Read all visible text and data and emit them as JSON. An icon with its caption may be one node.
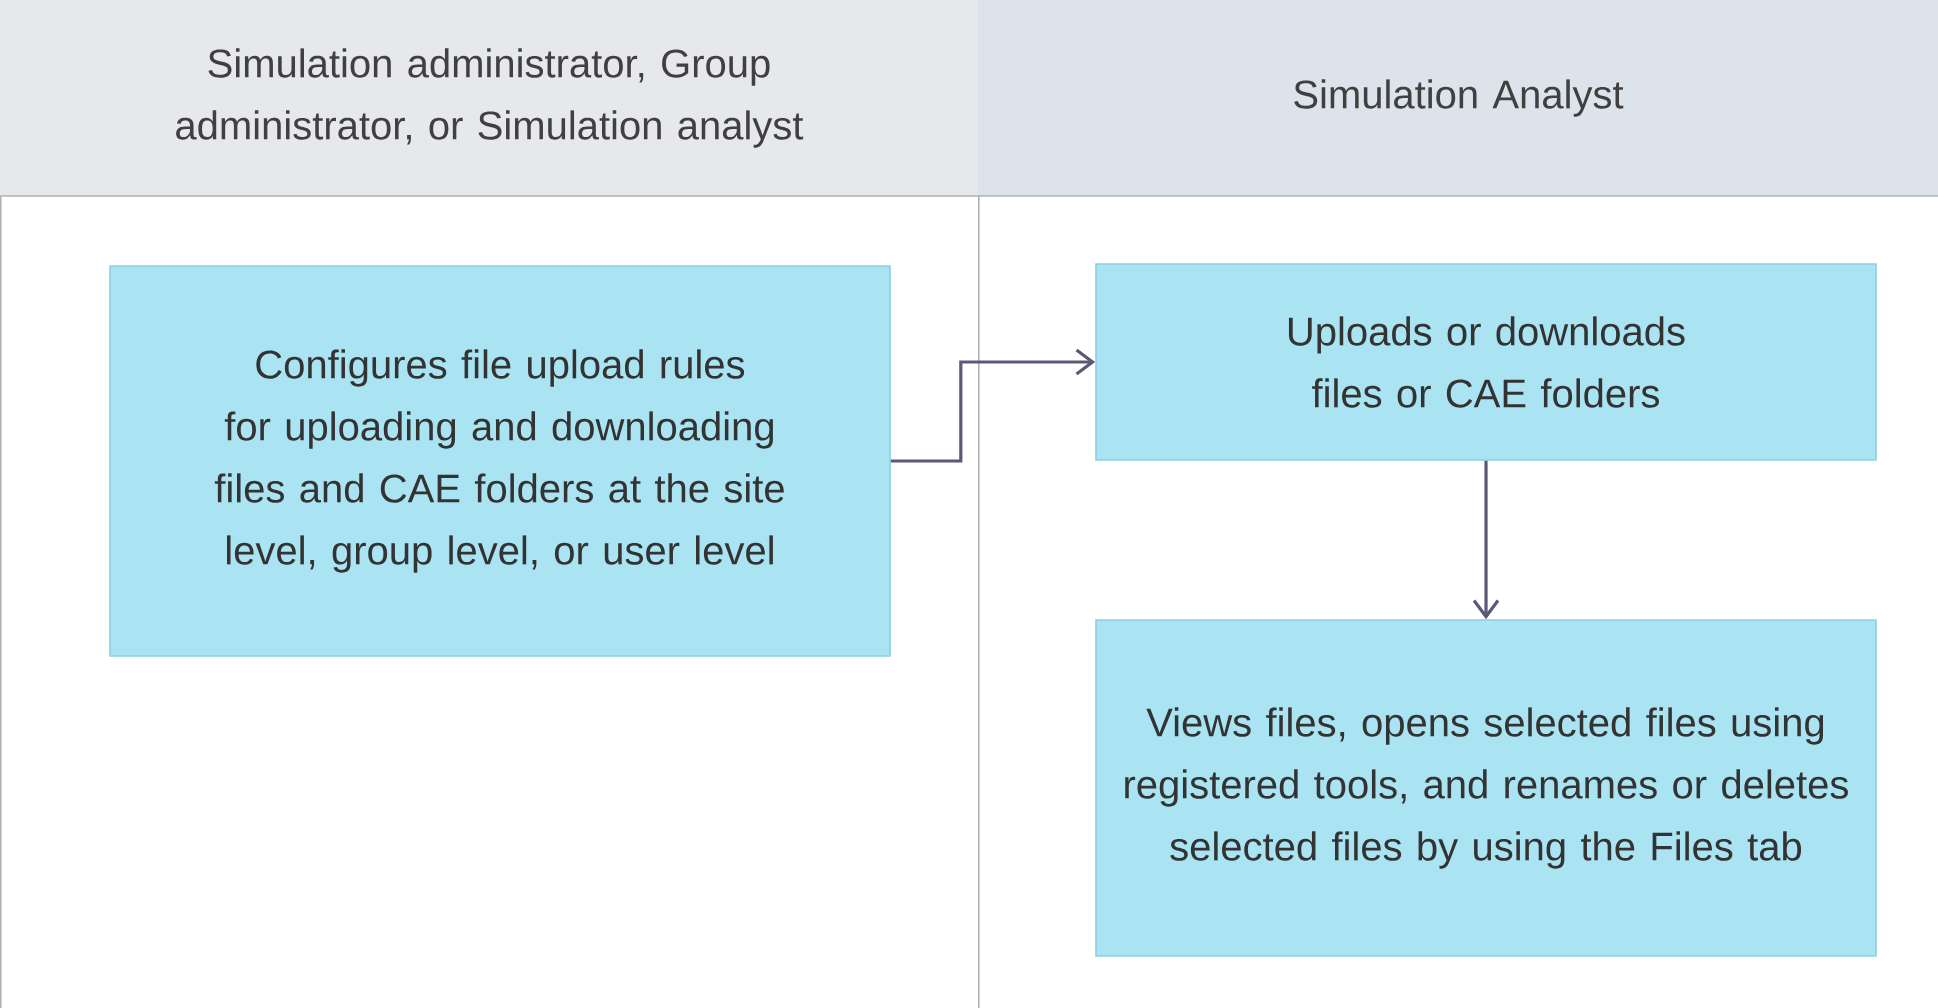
{
  "diagram": {
    "nodes": [
      {
        "text": [
          "Simulation administrator, Group administrator, or Simulation analyst"
        ]
      },
      {
        "text": [
          "Simulation Analyst"
        ]
      },
      {
        "text": [
          "Configures file upload rules for uploading and downloading files and CAE folders at the site level, group level, or user level"
        ],
        "in": 0
      },
      {
        "text": [
          "Uploads or downloads files or CAE folders"
        ],
        "in": 1
      },
      {
        "text": [
          "Views files, opens selected files using registered tools, and renames or deletes selected files by using the Files tab"
        ],
        "in": 1
      }
    ],
    "edges": [
      {
        "from": 2,
        "to": 3,
        "arrow": "to"
      },
      {
        "from": 3,
        "to": 4,
        "arrow": "to"
      }
    ]
  }
}
